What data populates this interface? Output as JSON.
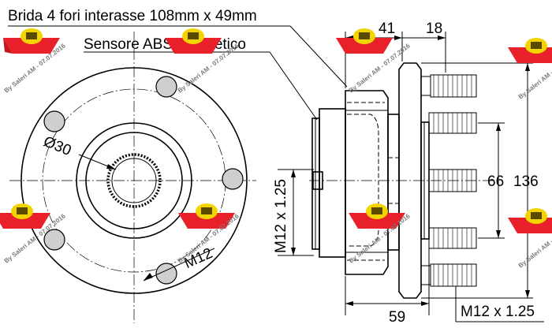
{
  "labels": {
    "flange_spec": "Brida 4 fori interasse 108mm x 49mm",
    "abs_sensor": "Sensore ABS magnetico"
  },
  "dimensions": {
    "dia_30": "Ø30",
    "m12_front": "M12",
    "d_41": "41",
    "d_18": "18",
    "d_66": "66",
    "d_136": "136",
    "d_59": "59",
    "thread_side": "M12 x 1.25",
    "thread_bottom": "M12 x 1.25"
  },
  "watermark": {
    "text": "By Saleri AM - 07.07.2016",
    "accent_red": "#e8202a",
    "accent_yellow": "#f2d400"
  }
}
